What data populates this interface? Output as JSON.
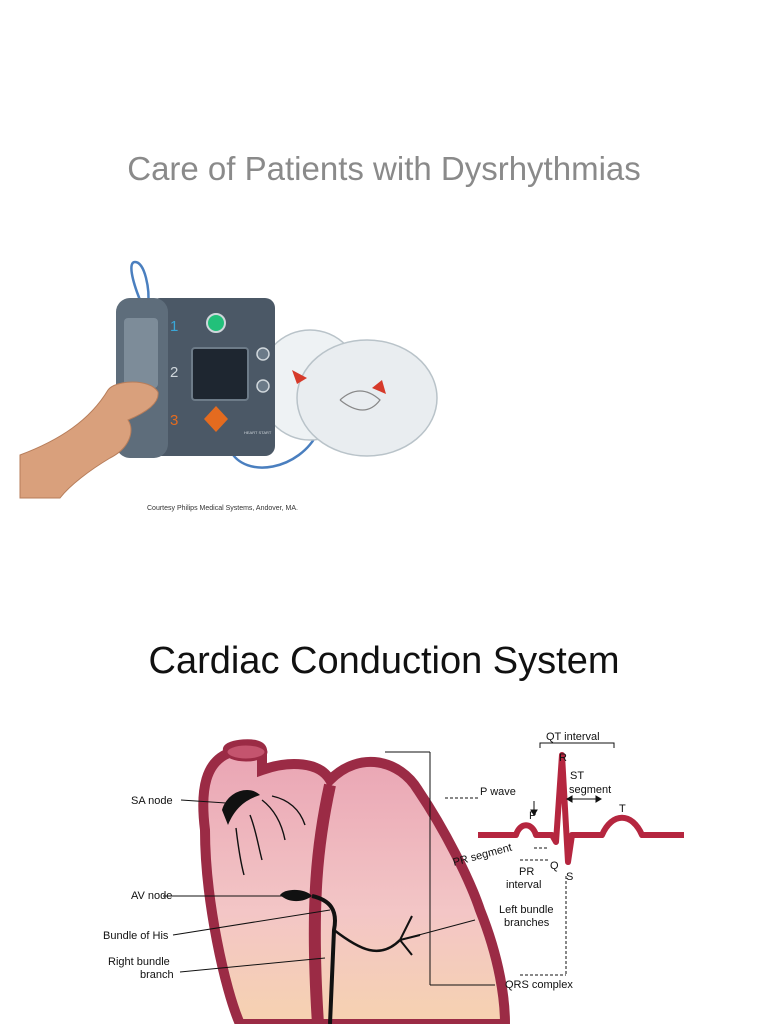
{
  "slide1": {
    "title": "Care of Patients with Dysrhythmias",
    "credit": "Courtesy Philips Medical Systems, Andover, MA.",
    "device": {
      "step_numbers": [
        "1",
        "2",
        "3"
      ],
      "brand": "HEART START",
      "colors": {
        "body": "#4b5866",
        "step": "#3aa7d8",
        "shock": "#e46b1f",
        "pads": "#eef2f4"
      }
    }
  },
  "slide2": {
    "title": "Cardiac Conduction System",
    "heart_labels": {
      "sa_node": "SA node",
      "av_node": "AV node",
      "bundle_of_his": "Bundle of His",
      "right_bundle_1": "Right bundle",
      "right_bundle_2": "branch",
      "left_bundle_1": "Left bundle",
      "left_bundle_2": "branches"
    },
    "ecg_labels": {
      "qt_interval": "QT interval",
      "r": "R",
      "st_1": "ST",
      "st_2": "segment",
      "p_wave": "P wave",
      "p": "P",
      "t": "T",
      "pr_segment": "PR segment",
      "q": "Q",
      "s": "S",
      "pr_interval_1": "PR",
      "pr_interval_2": "interval",
      "qrs_complex": "QRS complex"
    },
    "colors": {
      "ecg": "#b5263f",
      "heart_wall": "#9b2b45",
      "heart_inner": "#f2c1c8",
      "heart_base": "#f6d2b0"
    }
  }
}
